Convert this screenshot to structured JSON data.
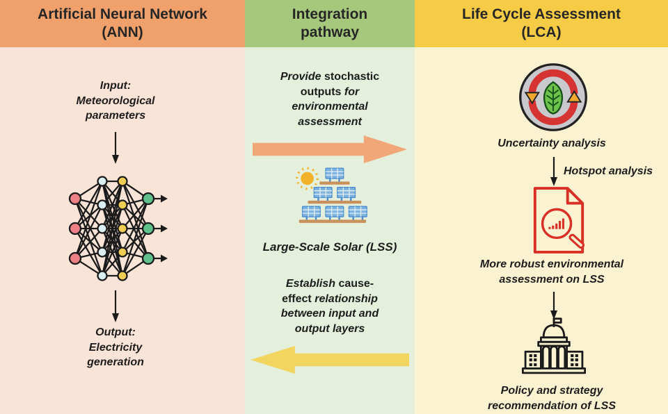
{
  "header": {
    "ann": {
      "l1": "Artificial Neural Network",
      "l2": "(ANN)"
    },
    "integration": {
      "l1": "Integration",
      "l2": "pathway"
    },
    "lca": {
      "l1": "Life Cycle Assessment",
      "l2": "(LCA)"
    }
  },
  "ann": {
    "input": {
      "l1": "Input:",
      "l2": "Meteorological",
      "l3": "parameters"
    },
    "output": {
      "l1": "Output:",
      "l2": "Electricity",
      "l3": "generation"
    },
    "network": {
      "layers": [
        {
          "name": "input-layer",
          "count": 3,
          "color": "#ED8087"
        },
        {
          "name": "hidden-layer-1",
          "count": 5,
          "color": "#D9EFF1"
        },
        {
          "name": "hidden-layer-2",
          "count": 5,
          "color": "#F0CE56"
        },
        {
          "name": "output-layer",
          "count": 3,
          "color": "#5FC08B"
        }
      ]
    }
  },
  "integration": {
    "provide": {
      "l1a": "Provide",
      "l1b": "stochastic",
      "l2a": "outputs",
      "l2b": "for",
      "l3": "environmental",
      "l4": "assessment"
    },
    "lss_label": "Large-Scale Solar (LSS)",
    "establish": {
      "l1a": "Establish",
      "l1b": "cause-",
      "l2a": "effect",
      "l2b": "relationship",
      "l3": "between input and",
      "l4": "output layers"
    }
  },
  "lca": {
    "uncertainty_label": "Uncertainty analysis",
    "hotspot_label": "Hotspot analysis",
    "robust": {
      "l1": "More robust environmental",
      "l2": "assessment on LSS"
    },
    "policy": {
      "l1": "Policy and strategy",
      "l2": "recommendation of LSS"
    }
  },
  "colors": {
    "ann_header_bg": "#EFA06B",
    "ann_body_bg": "#FAE4D8",
    "integration_header_bg": "#A6C87D",
    "integration_body_bg": "#E4EFDC",
    "lca_header_bg": "#F6CB45",
    "lca_body_bg": "#FBF2D1",
    "right_arrow": "#F2A779",
    "left_arrow": "#F1D55F",
    "node_input": "#ED8087",
    "node_hidden1": "#D9EFF1",
    "node_hidden2": "#F0CE56",
    "node_output": "#5FC08B",
    "doc_red": "#D93025",
    "cycle_red": "#D63333",
    "leaf_green": "#6CC24A",
    "panel_blue": "#7FB3E0",
    "rack_brown": "#C9915B",
    "sun_orange": "#F2B32A",
    "text_dark": "#1c1c1c"
  }
}
